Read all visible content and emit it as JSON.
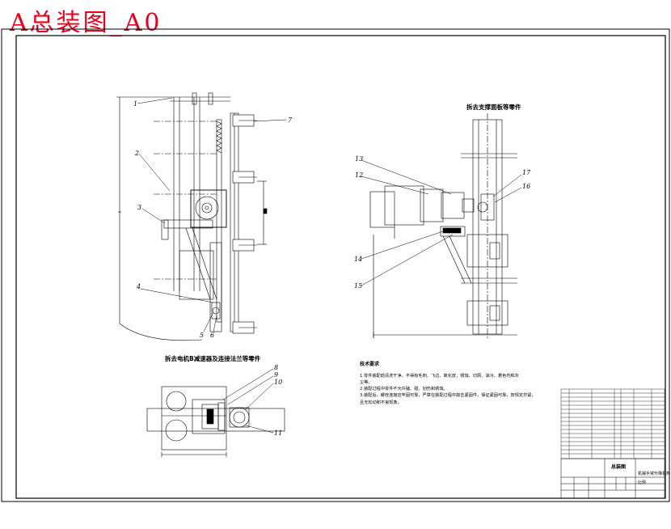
{
  "title": "A总装图_A0",
  "views": {
    "left_view_title": "",
    "bottom_left_title": "拆去电机B减速器及连接法兰等零件",
    "right_view_title": "拆去支撑面板等零件"
  },
  "callouts": {
    "c1": "1",
    "c2": "2",
    "c3": "3",
    "c4": "4",
    "c5": "5",
    "c6": "6",
    "c7": "7",
    "c8": "8",
    "c9": "9",
    "c10": "10",
    "c11": "11",
    "c12": "12",
    "c13": "13",
    "c14": "14",
    "c15": "15",
    "c16": "16",
    "c17": "17"
  },
  "notes": {
    "heading": "技术要求",
    "line1": "1.零件装配前清洗干净，不得有毛刺、飞边、氧化皮、锈蚀、切屑、油污、着色剂和灰",
    "line1b": "尘等。",
    "line2": "2.装配过程中零件不允许磕、碰、划伤和锈蚀。",
    "line3": "3.装配后，螺栓连接应牢固可靠，严禁在装配过程中敲击紧固件，保证紧固可靠，按规定拧紧，",
    "line3b": "且无松动和不良现象。"
  },
  "title_block": {
    "drawing_name": "总装图",
    "company": "机械手臂升降机构",
    "scale_label": "比例"
  },
  "colors": {
    "title_red": "#e8001c",
    "line": "#000000"
  }
}
